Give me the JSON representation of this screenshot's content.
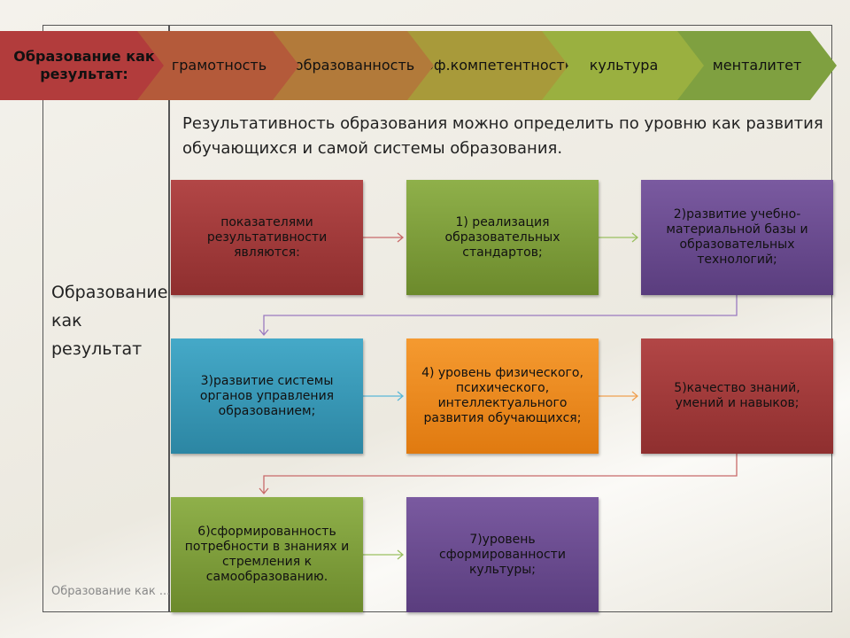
{
  "chevrons": [
    {
      "label": "Образование как результат:",
      "color": "#b23c3c"
    },
    {
      "label": "грамотность",
      "color": "#b45a3a"
    },
    {
      "label": "образованность",
      "color": "#b27a3a"
    },
    {
      "label": "Проф.компетентность",
      "color": "#a89a3a"
    },
    {
      "label": "культура",
      "color": "#9ab040"
    },
    {
      "label": "менталитет",
      "color": "#7fa040"
    }
  ],
  "lead_text": "Результативность образования можно определить по уровню как развития обучающихся и самой системы образования.",
  "side_label": "Образование как результат",
  "footer": "Образование как ...",
  "boxes": [
    "показателями результативности являются:",
    "1) реализация образовательных стандартов;",
    "2)развитие учебно-материальной базы и образовательных технологий;",
    "3)развитие системы органов управления образованием;",
    "4) уровень физического, психического, интеллектуального развития обучающихся;",
    "5)качество знаний, умений и навыков;",
    "6)сформированность потребности в знаниях и стремления к самообразованию.",
    "7)уровень сформированности культуры;"
  ]
}
